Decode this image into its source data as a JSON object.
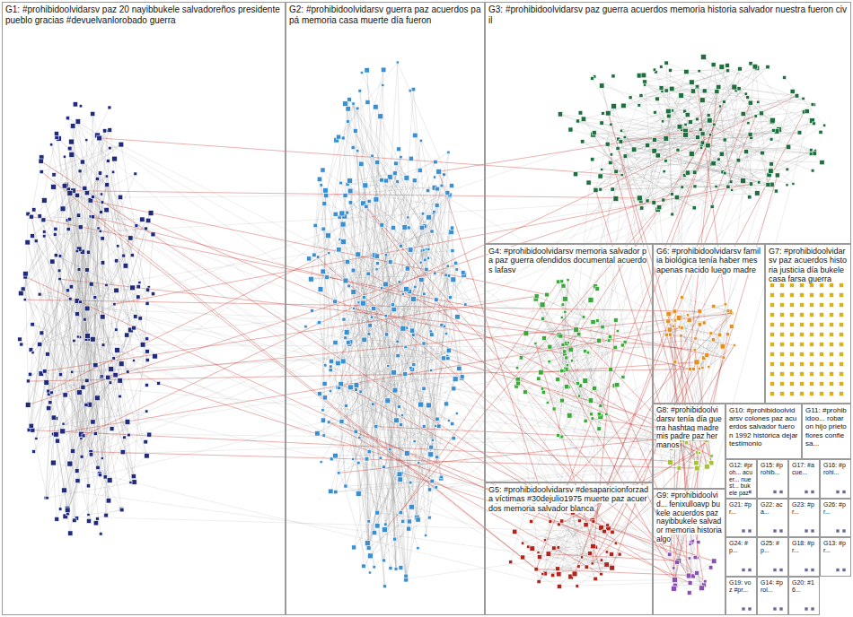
{
  "diagram": {
    "nodes": [
      {
        "text": [
          "G1: #prohibidoolvidarsv paz 20 nayibbukele salvadoreños presidente pueblo gracias #devuelvanlorobado guerra"
        ]
      },
      {
        "text": [
          "G2: #prohibidoolvidarsv guerra paz acuerdos papá memoria casa muerte día fueron"
        ]
      },
      {
        "text": [
          "G3: #prohibidoolvidarsv paz guerra acuerdos memoria historia salvador nuestra fueron civil"
        ]
      },
      {
        "text": [
          "G4: #prohibidoolvidarsv memoria salvador pa paz guerra ofendidos documental acuerdos lafasv"
        ]
      },
      {
        "text": [
          "G6: #prohibidoolvidarsv familia biológica tenía haber mes apenas nacido luego madre"
        ]
      },
      {
        "text": [
          "G7: #prohibidoolvidarsv paz acuerdos historia justicia día bukele casa farsa guerra"
        ]
      },
      {
        "text": [
          "G5: #prohibidoolvidarsv #desaparicionforzada víctimas #30dejulio1975 muerte paz acuerdos memoria salvador blanca"
        ]
      },
      {
        "text": [
          "G8: #prohibidoolvidarsv tenía día guerra hashtag madre mis padre paz hermanos"
        ]
      },
      {
        "text": [
          "G9: #prohibidoolvid... fenixulloavp bukele acuerdos paz nayibbukele salvador memoria historia algo"
        ]
      },
      {
        "text": [
          "G10: #prohibidoolvidarsv colones paz acuerdos salvador fueron 1992 histórica dejar testimonio"
        ]
      },
      {
        "text": [
          "G11: #prohibidoo... robaron hijo prieto flores confiesa..."
        ]
      },
      {
        "text": [
          "G12: #proh... acuer... nuest... bukele paz"
        ]
      },
      {
        "text": [
          "G15: #prohib..."
        ]
      },
      {
        "text": [
          "G17: #acue..."
        ]
      },
      {
        "text": [
          "G16: #prohi..."
        ]
      },
      {
        "text": [
          "G21: #pr..."
        ]
      },
      {
        "text": [
          "G22: aca..."
        ]
      },
      {
        "text": [
          "G23: #pr..."
        ]
      },
      {
        "text": [
          "G26: #pr..."
        ]
      },
      {
        "text": [
          "G24: #p..."
        ]
      },
      {
        "text": [
          "G25: #p..."
        ]
      },
      {
        "text": [
          "G18: #pr..."
        ]
      },
      {
        "text": [
          "G13: #pr..."
        ]
      },
      {
        "text": [
          "G19: voz #pr..."
        ]
      },
      {
        "text": [
          "G14: #prol..."
        ]
      },
      {
        "text": [
          "G20: #16..."
        ]
      }
    ]
  }
}
